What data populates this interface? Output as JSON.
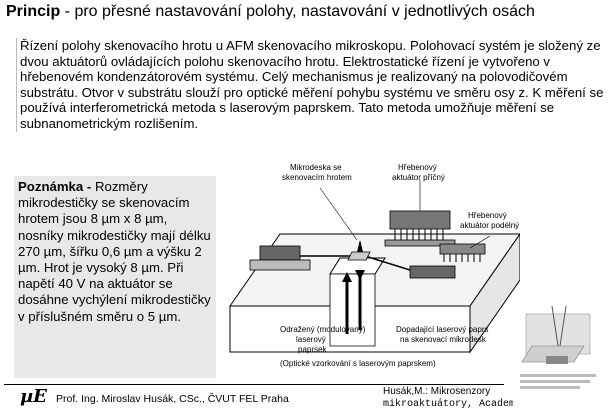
{
  "header": {
    "title_bold": "Princip",
    "title_rest": " - pro přesné nastavování polohy, nastavování v jednotlivých osách"
  },
  "intro": {
    "paragraph": "Řízení polohy skenovacího hrotu u AFM skenovacího mikroskopu. Polohovací systém je složený ze dvou aktuátorů ovládajících polohu skenovacího hrotu. Elektrostatické řízení je vytvořeno v hřebenovém kondenzátorovém systému. Celý mechanismus je realizovaný na polovodičovém substrátu. Otvor v substrátu slouží pro optické měření pohybu systému ve směru osy z. K měření se používá interferometrická metoda s laserovým paprskem. Tato metoda umožňuje měření se subnanometrickým rozlišením."
  },
  "note": {
    "label": "Poznámka -",
    "text": " Rozměry mikrodestičky se skenovacím hrotem jsou 8 µm x 8 µm, nosníky mikrodestičky mají délku 270 µm, šířku 0,6 µm a výšku 2 µm. Hrot je vysoký 8 µm. Při napětí 40 V na aktuátor se dosáhne vychýlení mikrodestičky v příslušném směru o 5 µm."
  },
  "figure": {
    "label_tip_1": "Mikrodeska se",
    "label_tip_2": "skenovacím hrotem",
    "label_lateral_1": "Hřebenový",
    "label_lateral_2": "aktuátor příčný",
    "label_long_1": "Hřebenový",
    "label_long_2": "aktuátor podélný",
    "label_reflected_1": "Odražený (modulovaný)",
    "label_reflected_2": "laserový",
    "label_reflected_3": "paprsek",
    "label_incident_1": "Dopadající laserový paprs",
    "label_incident_2": "na skenovací mikrodesk",
    "caption": "(Optické vzorkování s laserovým paprskem)"
  },
  "footer": {
    "logo": "µE",
    "author": "Prof. Ing. Miroslav Husák, CSc., ČVUT FEL Praha",
    "ref_line1": "Husák,M.: Mikrosenzory",
    "ref_line2": "mikroaktuátory, Academi"
  },
  "colors": {
    "accent_red": "#c00000",
    "note_bg": "#e8e8e8"
  }
}
